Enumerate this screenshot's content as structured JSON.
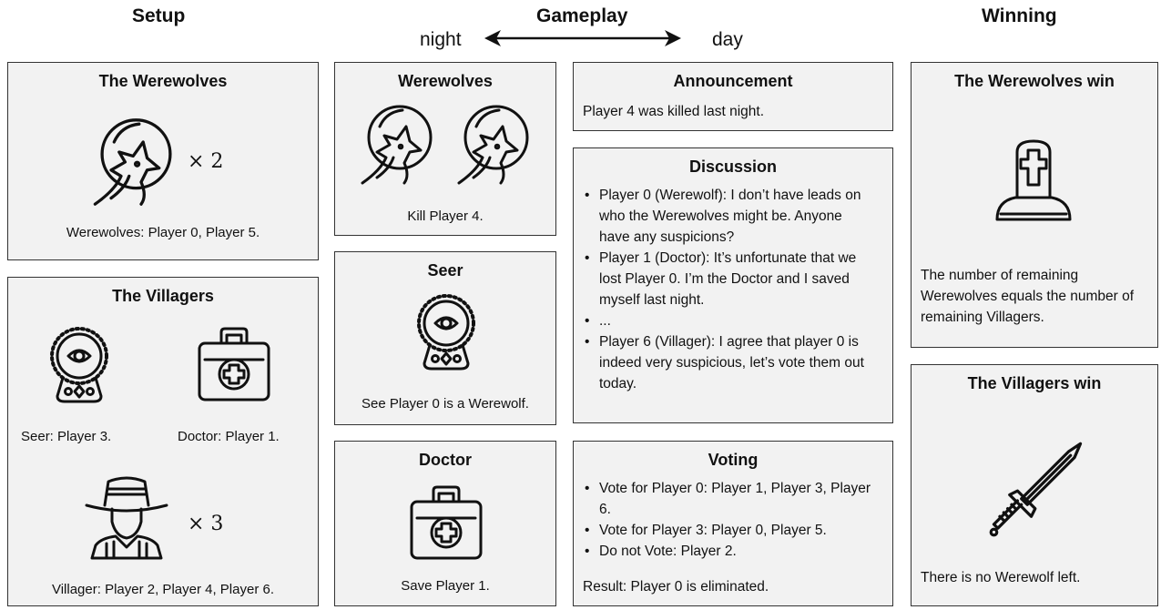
{
  "headers": {
    "setup": "Setup",
    "gameplay": "Gameplay",
    "winning": "Winning",
    "night": "night",
    "day": "day"
  },
  "setup": {
    "werewolves": {
      "title": "The Werewolves",
      "multiplier": "× 2",
      "caption": "Werewolves: Player 0, Player 5."
    },
    "villagers": {
      "title": "The Villagers",
      "seer_caption": "Seer: Player 3.",
      "doctor_caption": "Doctor: Player 1.",
      "villager_multiplier": "× 3",
      "villager_caption": "Villager: Player 2, Player 4, Player 6."
    }
  },
  "night": {
    "werewolves": {
      "title": "Werewolves",
      "caption": "Kill Player 4."
    },
    "seer": {
      "title": "Seer",
      "caption": "See Player 0 is a Werewolf."
    },
    "doctor": {
      "title": "Doctor",
      "caption": "Save Player 1."
    }
  },
  "day": {
    "announcement": {
      "title": "Announcement",
      "text": "Player 4 was killed last night."
    },
    "discussion": {
      "title": "Discussion",
      "items": [
        "Player 0 (Werewolf): I don’t have leads on who the Werewolves might be. Anyone have any suspicions?",
        "Player 1 (Doctor): It’s unfortunate that we lost Player 0. I’m the Doctor and I saved myself last night.",
        "...",
        "Player 6 (Villager): I agree that player 0 is indeed very suspicious, let’s vote them out today."
      ]
    },
    "voting": {
      "title": "Voting",
      "items": [
        "Vote for Player 0: Player 1, Player 3, Player 6.",
        "Vote for Player 3: Player 0, Player 5.",
        "Do not Vote: Player 2."
      ],
      "result": "Result: Player 0 is eliminated."
    }
  },
  "winning": {
    "werewolves_win": {
      "title": "The Werewolves win",
      "text": "The number of remaining Werewolves equals the number of remaining Villagers."
    },
    "villagers_win": {
      "title": "The Villagers win",
      "text": "There is no Werewolf left."
    }
  },
  "icons": [
    "wolf-moon-icon",
    "crystal-ball-icon",
    "medical-kit-icon",
    "villager-icon",
    "tombstone-icon",
    "sword-icon"
  ]
}
